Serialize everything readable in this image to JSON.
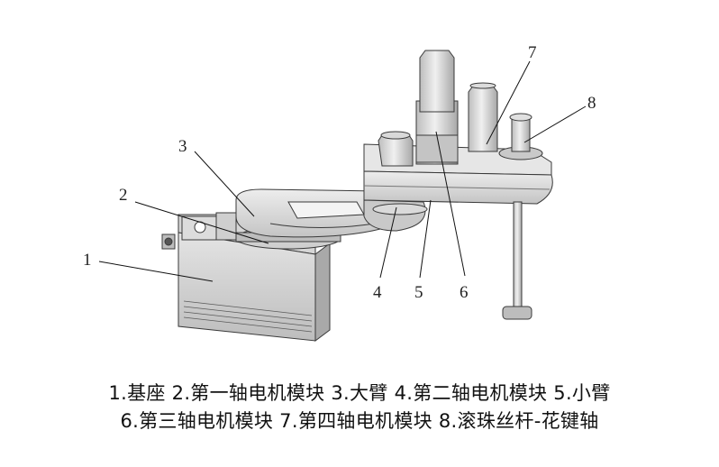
{
  "callouts": [
    "1",
    "2",
    "3",
    "4",
    "5",
    "6",
    "7",
    "8"
  ],
  "caption": {
    "line1": "1.基座 2.第一轴电机模块 3.大臂 4.第二轴电机模块 5.小臂",
    "line2": "6.第三轴电机模块 7.第四轴电机模块 8.滚珠丝杆-花键轴"
  },
  "colors": {
    "body_light": "#e2e2e2",
    "body_mid": "#c9c9c9",
    "body_dark": "#9c9c9c",
    "outline": "#3a3a3a"
  }
}
